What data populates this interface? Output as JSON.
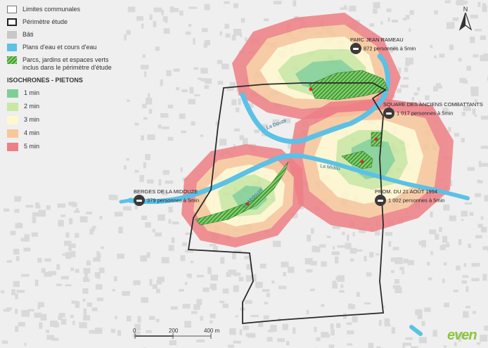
{
  "legend": {
    "items": [
      {
        "label": "Limites communales"
      },
      {
        "label": "Périmètre étude"
      },
      {
        "label": "Bâti"
      },
      {
        "label": "Plans d'eau et cours d'eau"
      },
      {
        "label": "Parcs, jardins et espaces verts inclus dans le périmètre d'étude"
      }
    ],
    "iso_title": "ISOCHRONES - PIETONS",
    "iso_items": [
      {
        "label": "1 min",
        "color": "#7fcf94"
      },
      {
        "label": "2 min",
        "color": "#c9e8a0"
      },
      {
        "label": "3 min",
        "color": "#fff8cf"
      },
      {
        "label": "4 min",
        "color": "#f8c79a"
      },
      {
        "label": "5 min",
        "color": "#ee7f85"
      }
    ]
  },
  "parks": [
    {
      "name": "PARC JEAN RAMEAU",
      "population": "872 personnes à 5min"
    },
    {
      "name": "SQUARE DES ANCIENS COMBATTANTS",
      "population": "1 017 personnes à 5min"
    },
    {
      "name": "PROM. DU 21 AOÛT 1994",
      "population": "1 002 personnes à 5min"
    },
    {
      "name": "BERGES DE LA MIDOUZE",
      "population": "379 personnes à 5min"
    }
  ],
  "rivers": {
    "douze": "La Douze",
    "midou": "La Midou",
    "midouze": "La Midouze"
  },
  "scale": {
    "zero": "0",
    "mid": "200",
    "max": "400 m"
  },
  "north": "N",
  "brand": "even",
  "colors": {
    "water": "#5bc1e6",
    "park": "#4aa23f",
    "perimeter": "#2b2b2b",
    "building": "#d9d9d9"
  }
}
